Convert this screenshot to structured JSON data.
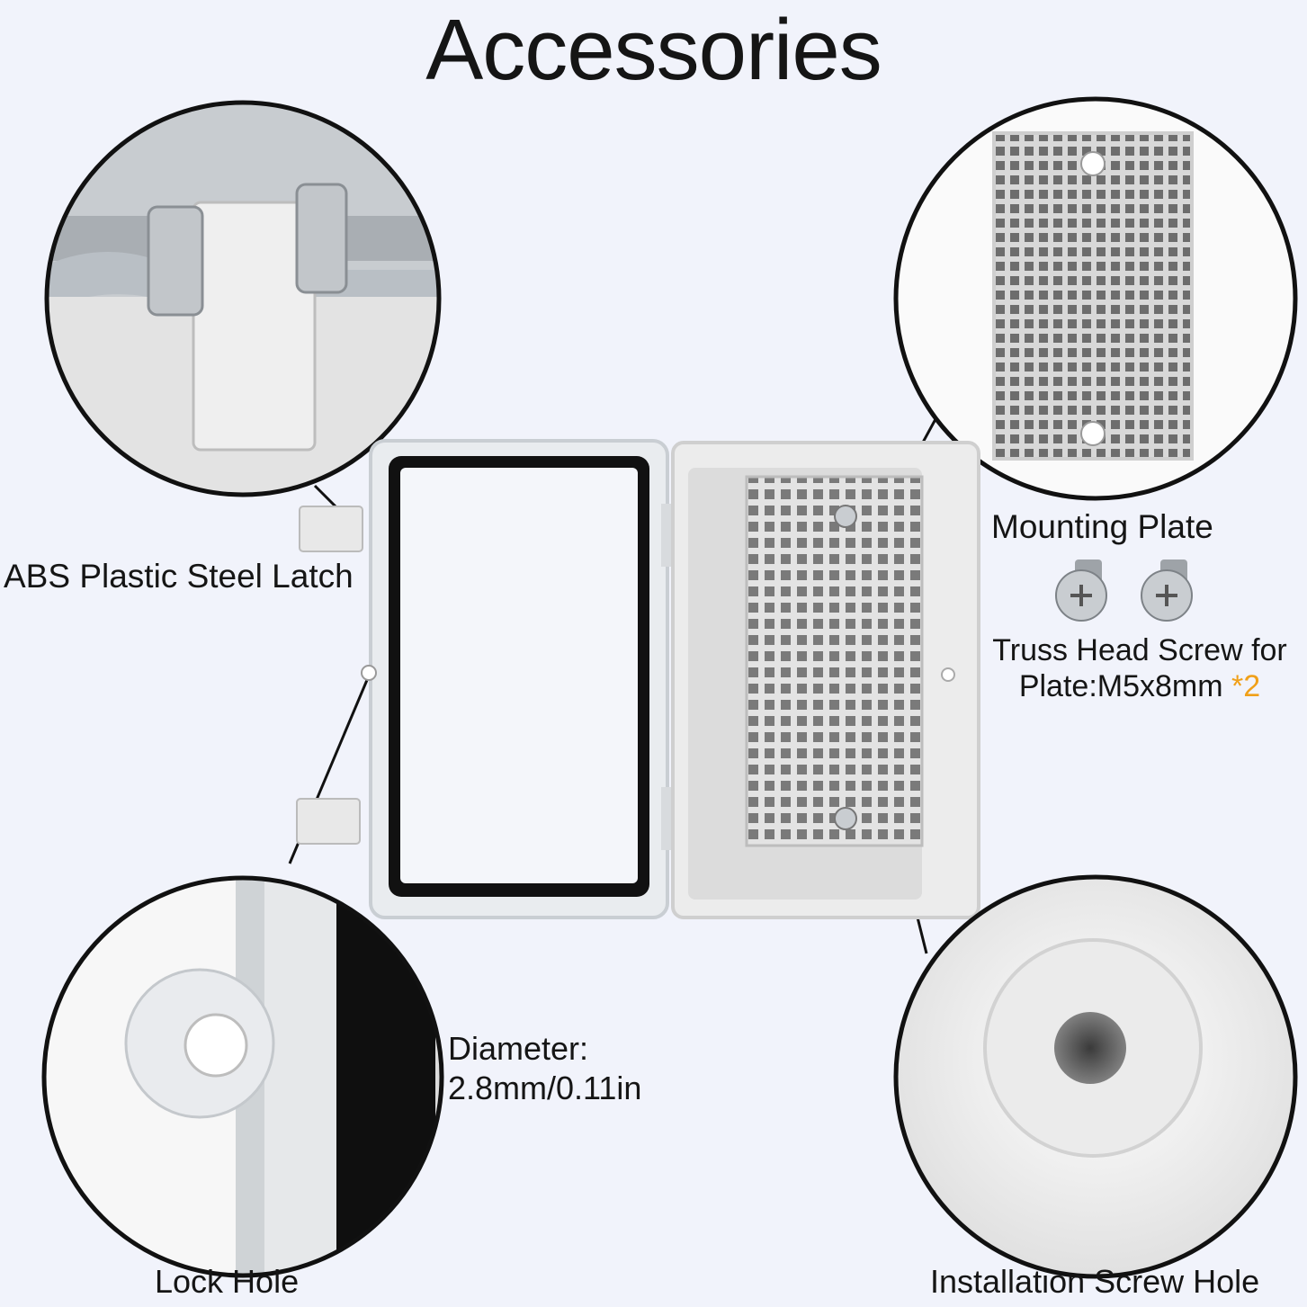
{
  "title": "Accessories",
  "callouts": {
    "latch": "ABS Plastic Steel Latch",
    "plate": "Mounting Plate",
    "screw_line1": "Truss Head Screw for",
    "screw_line2": "Plate:M5x8mm",
    "screw_qty": "*2",
    "diameter_line1": "Diameter:",
    "diameter_line2": "2.8mm/0.11in",
    "lock_hole": "Lock Hole",
    "install_hole": "Installation Screw Hole"
  },
  "colors": {
    "background": "#f1f3fb",
    "accent_qty": "#f0a019",
    "enclosure_gray": "#e6e6e6",
    "gasket": "#111111"
  },
  "icons": [
    "latch-closeup",
    "mounting-plate",
    "truss-screw",
    "lock-hole-closeup",
    "install-hole-closeup",
    "enclosure-box"
  ]
}
